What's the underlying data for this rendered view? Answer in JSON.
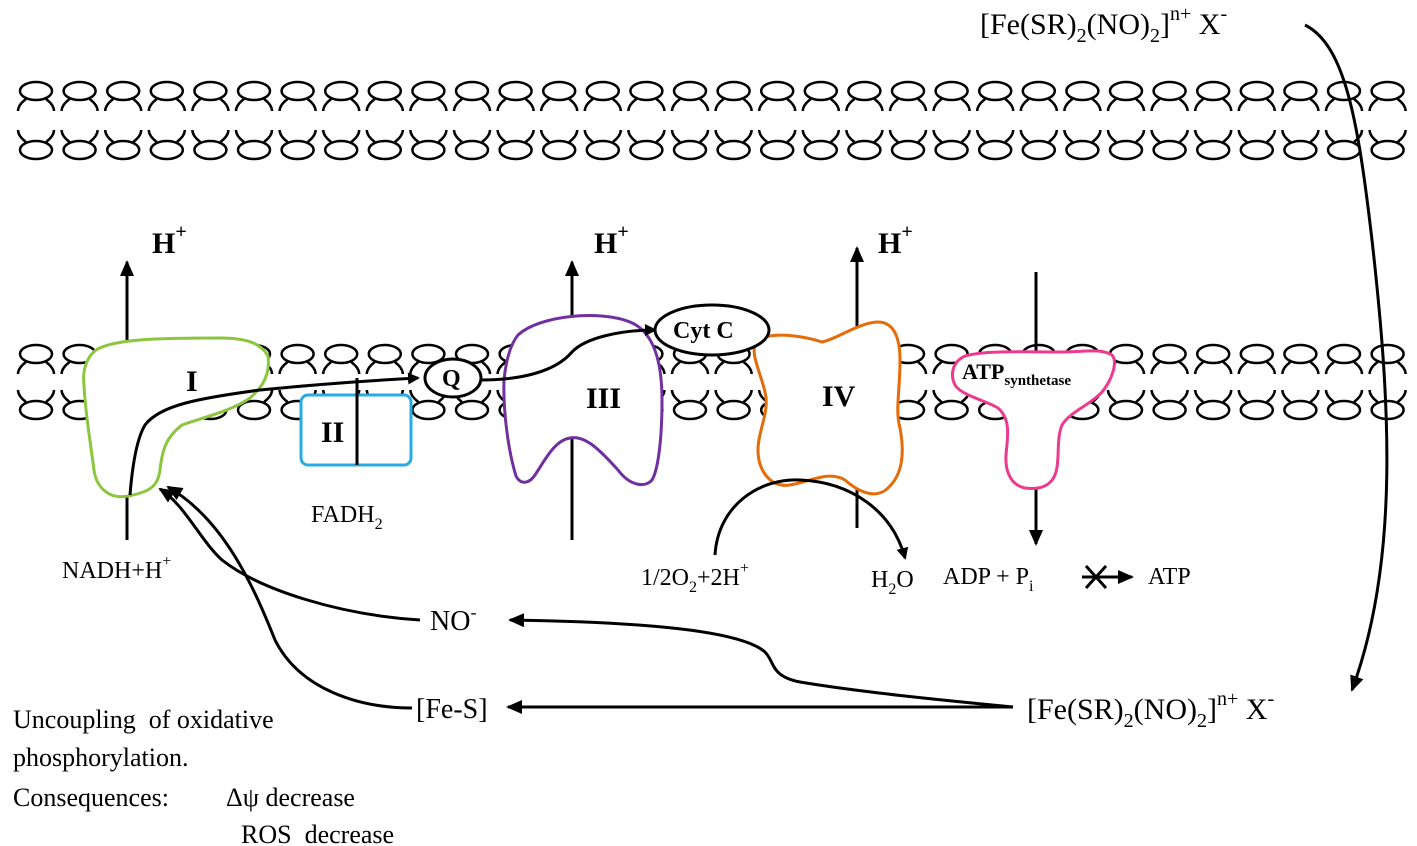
{
  "topReagent": {
    "main": "[Fe(SR)",
    "s1": "2",
    "mid": "(NO)",
    "s2": "2",
    "close": "]",
    "sup": "n+",
    "tail": " X",
    "sup2": "-"
  },
  "bottomReagent": {
    "main": "[Fe(SR)",
    "s1": "2",
    "mid": "(NO)",
    "s2": "2",
    "close": "]",
    "sup": "n+",
    "tail": " X",
    "sup2": "-"
  },
  "complexes": {
    "c1": "I",
    "c2": "II",
    "c3": "III",
    "c4": "IV",
    "q": "Q",
    "cytc": "Cyt C",
    "atp": {
      "main": "ATP",
      "sub": "synthetase"
    }
  },
  "protons": [
    {
      "main": "H",
      "sup": "+"
    },
    {
      "main": "H",
      "sup": "+"
    },
    {
      "main": "H",
      "sup": "+"
    }
  ],
  "substrates": {
    "nadh": {
      "main": "NADH+H",
      "sup": "+"
    },
    "fadh": {
      "main": "FADH",
      "sub": "2"
    },
    "oxygen": {
      "pre": "1/2O",
      "sub": "2",
      "mid": "+2H",
      "sup": "+"
    },
    "water": {
      "pre": "H",
      "sub": "2",
      "post": "O"
    },
    "adp": {
      "main": "ADP + P",
      "sub": "i"
    },
    "atp": "ATP"
  },
  "products": {
    "no": {
      "main": "NO",
      "sup": "-"
    },
    "fes": "[Fe-S]"
  },
  "consequences": {
    "line1": "Uncoupling  of oxidative",
    "line2": "phosphorylation.",
    "label": "Consequences:",
    "item1": "Δψ decrease",
    "item2": "ROS  decrease"
  },
  "colors": {
    "complexI": "#8cc63f",
    "complexII": "#29abe2",
    "complexIII": "#7030a0",
    "complexIV": "#e46c0a",
    "atpSynthase": "#ec3a8e",
    "line": "#000000"
  }
}
